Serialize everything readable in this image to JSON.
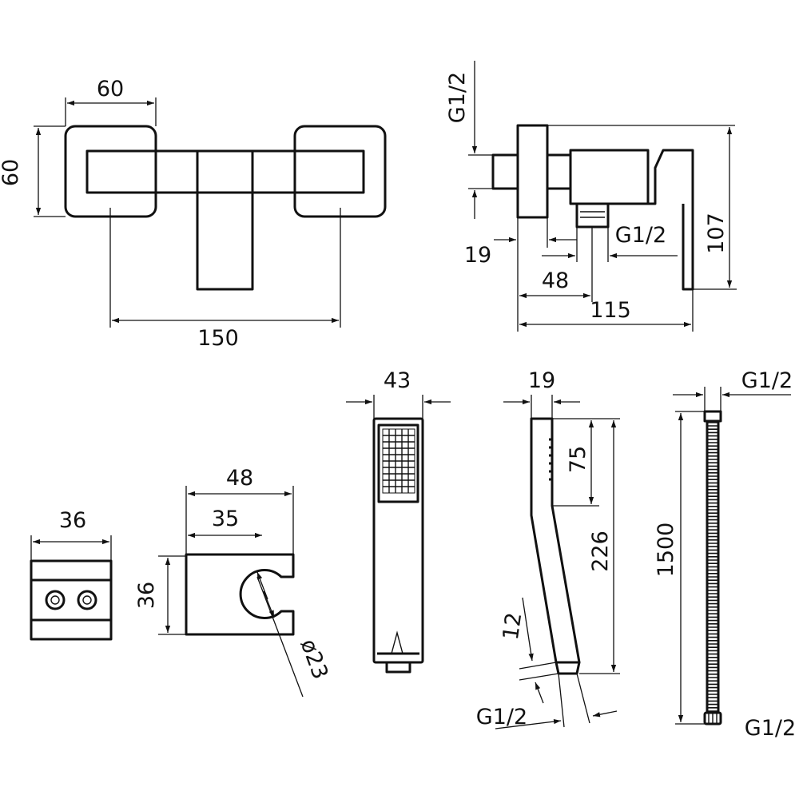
{
  "drawing": {
    "mixer_front": {
      "width": "60",
      "height": "60",
      "centers": "150"
    },
    "mixer_side": {
      "inlet_thread": "G1/2",
      "outlet_thread": "G1/2",
      "wall_offset": "19",
      "outlet_distance": "48",
      "depth": "115",
      "height": "107"
    },
    "wall_plate": {
      "width": "36"
    },
    "holder": {
      "width": "48",
      "inner": "35",
      "height": "36",
      "bore": "ø23"
    },
    "hand_shower_front": {
      "width": "43"
    },
    "hand_shower_side": {
      "thickness": "19",
      "head_length": "75",
      "length": "226",
      "thread_length": "12",
      "thread": "G1/2"
    },
    "hose": {
      "top_thread": "G1/2",
      "length": "1500",
      "bottom_thread": "G1/2"
    }
  },
  "colors": {
    "line": "#111111",
    "background": "#ffffff"
  }
}
